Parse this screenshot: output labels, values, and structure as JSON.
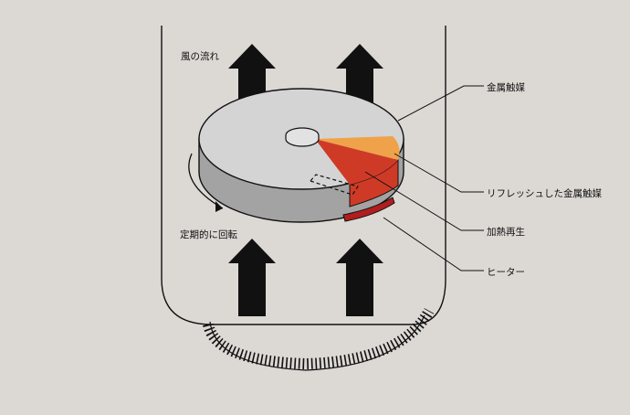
{
  "labels": {
    "airflow": "風の流れ",
    "metal_catalyst": "金属触媒",
    "refreshed_catalyst": "リフレッシュした金属触媒",
    "heat_regeneration": "加熱再生",
    "heater": "ヒーター",
    "periodic_rotation": "定期的に回転"
  },
  "colors": {
    "background": "#dcd9d5",
    "disk_top": "#d4d4d4",
    "disk_side": "#a3a3a3",
    "refreshed": "#f0a24a",
    "regenerating": "#cf3a26",
    "heater": "#b01e1e",
    "outline": "#111111"
  }
}
